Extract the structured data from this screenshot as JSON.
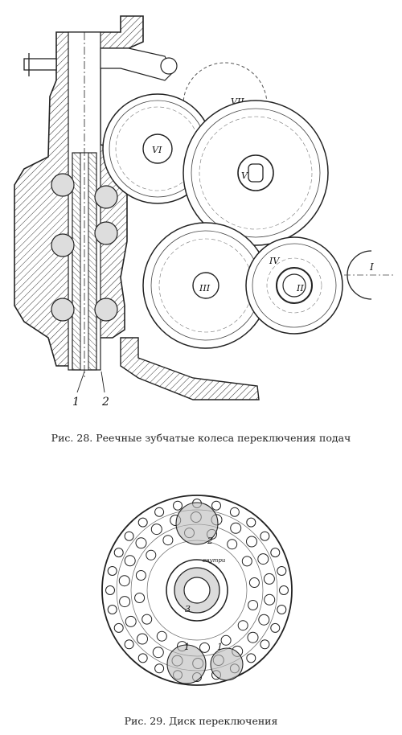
{
  "figure28": {
    "caption": "Рис. 28. Реечные зубчатые колеса переключения подач",
    "callouts": [
      "1",
      "2"
    ],
    "gear_labels": [
      "VII",
      "VI",
      "V",
      "III",
      "IV",
      "II",
      "I"
    ]
  },
  "figure29": {
    "caption": "Рис. 29. Диск переключения",
    "callouts": [
      "2",
      "3",
      "1",
      "1"
    ],
    "label_text": "внутри"
  }
}
